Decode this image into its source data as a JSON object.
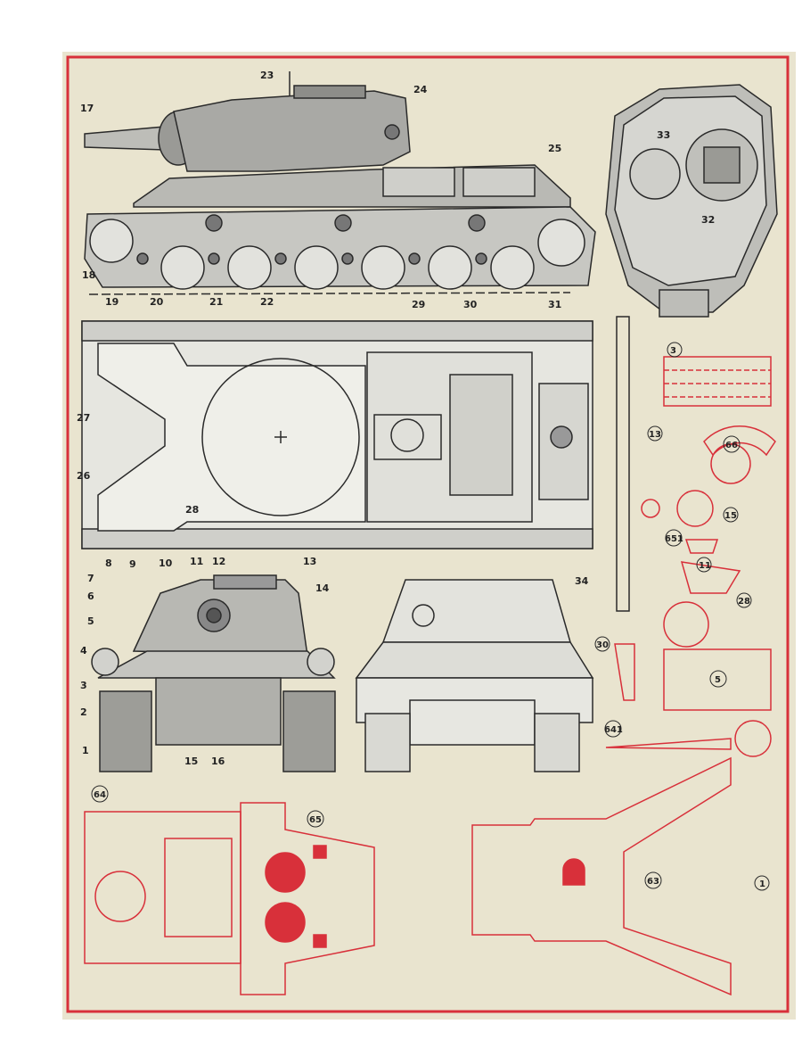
{
  "colors": {
    "paper": "#e9e4cf",
    "ink": "#2a2a2a",
    "red": "#d8303a",
    "gray": "#8a8a86"
  },
  "callouts": {
    "c1": "1",
    "c2": "2",
    "c3": "3",
    "c4": "4",
    "c5": "5",
    "c6": "6",
    "c7": "7",
    "c8": "8",
    "c9": "9",
    "c10": "10",
    "c11": "11",
    "c12": "12",
    "c13": "13",
    "c14": "14",
    "c15": "15",
    "c16": "16",
    "c17": "17",
    "c18": "18",
    "c19": "19",
    "c20": "20",
    "c21": "21",
    "c22": "22",
    "c23": "23",
    "c24": "24",
    "c25": "25",
    "c26": "26",
    "c27": "27",
    "c28": "28",
    "c29": "29",
    "c30": "30",
    "c31": "31",
    "c32": "32",
    "c33": "33",
    "c34": "34"
  },
  "parts": {
    "p3": "3",
    "p13": "13",
    "p66": "66",
    "p15": "15",
    "p651": "651",
    "p11": "11",
    "p28": "28",
    "p30": "30",
    "p5": "5",
    "p641": "641",
    "p64": "64",
    "p65": "65",
    "p63": "63",
    "p1": "1"
  }
}
